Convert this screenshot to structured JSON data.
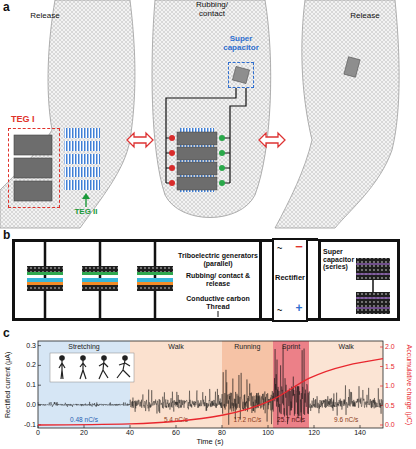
{
  "diagram": {
    "nodes": [
      {
        "text": [
          "TEG I"
        ]
      },
      {
        "text": [
          "Super capacitor"
        ]
      },
      {
        "text": [
          "Triboelectric generators (parallel)"
        ]
      },
      {
        "text": [
          "~",
          "−",
          "Rectifier",
          "~",
          "+"
        ]
      },
      {
        "text": [
          "Super capacitor (series)"
        ]
      },
      {
        "text": [
          "Stretching",
          "0.48 nC/s"
        ]
      },
      {
        "text": [
          "Walk",
          "5.4 nC/s"
        ]
      },
      {
        "text": [
          "Running",
          "17.2 nC/s"
        ]
      },
      {
        "text": [
          "Sprint",
          "25.7 nC/s"
        ]
      },
      {
        "text": [
          "Walk",
          "9.6 nC/s"
        ]
      }
    ],
    "edges": [
      {
        "from": 2,
        "to": 3,
        "arrow": "none"
      },
      {
        "from": 3,
        "to": 4,
        "arrow": "none"
      }
    ],
    "labels": [
      "a",
      "Release",
      "Rubbing/ contact",
      "Release",
      "TEG II",
      "b",
      "Rubbing/ contact & release",
      "Conductive carbon Thread",
      "c",
      "Rectified current (μA)",
      "0.3",
      "0.2",
      "0.1",
      "0.0",
      "-0.1",
      "0",
      "20",
      "40",
      "60",
      "80",
      "100",
      "120",
      "140",
      "Time (s)",
      "Accumulative charge (μC)",
      "0.0",
      "0.5",
      "1.0",
      "1.5",
      "2.0"
    ]
  }
}
